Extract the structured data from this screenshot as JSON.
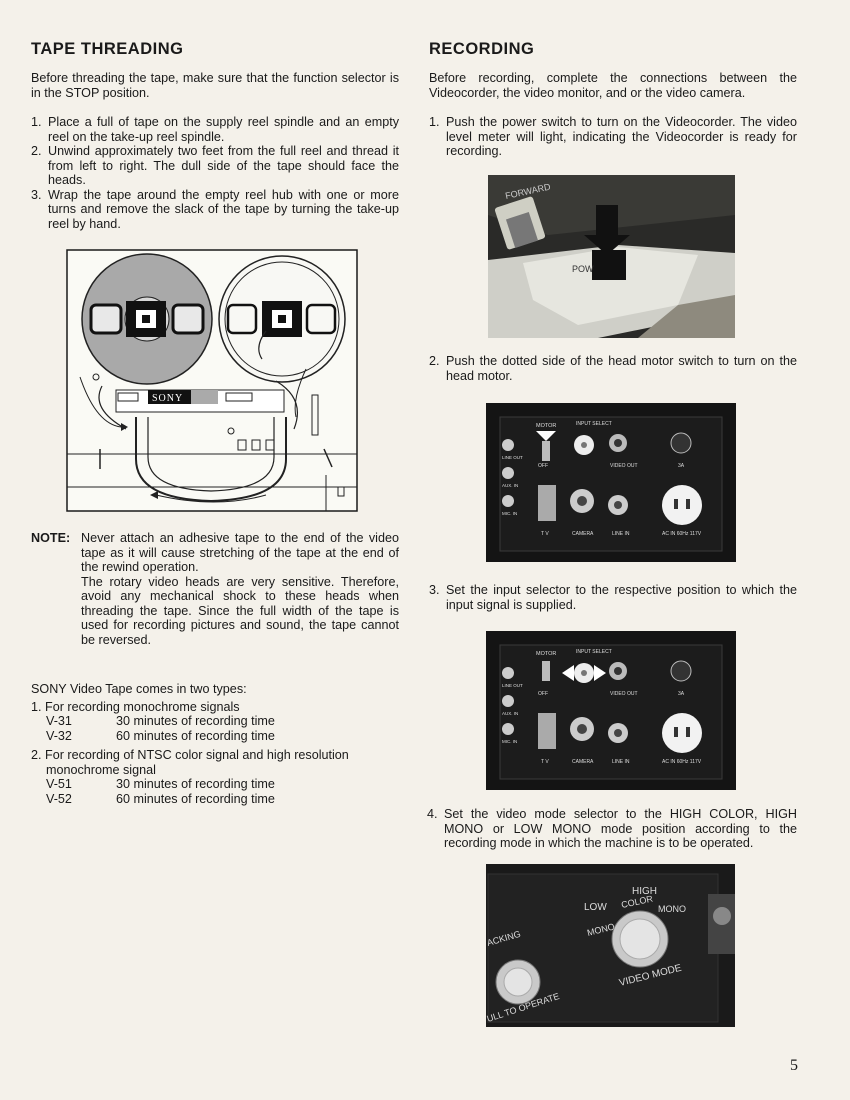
{
  "left": {
    "heading": "TAPE THREADING",
    "intro": "Before threading the tape, make sure that the function selector is in the STOP position.",
    "steps": [
      {
        "num": "1.",
        "text": "Place a full of tape on the supply reel spindle and an empty reel on the take-up reel spindle."
      },
      {
        "num": "2.",
        "text": "Unwind approximately two feet from the full reel and thread it from left to right. The dull side of the tape should face the heads."
      },
      {
        "num": "3.",
        "text": "Wrap the tape around the empty reel hub with one or more turns and remove the slack of the tape by turning the take-up reel by hand."
      }
    ],
    "diagram_brand": "SONY",
    "note_label": "NOTE:",
    "note_p1": "Never attach an adhesive tape to the end of the video tape as it will cause stretching of the tape at the end of the rewind operation.",
    "note_p2": "The rotary video heads are very sensitive. Therefore, avoid any mechanical shock to these heads when threading the tape. Since the full width of the tape is used for recording pictures and sound, the tape cannot be reversed.",
    "types_intro": "SONY Video Tape comes in two types:",
    "type1_title": "1. For recording monochrome signals",
    "type1_items": [
      {
        "code": "V-31",
        "desc": "30 minutes of recording time"
      },
      {
        "code": "V-32",
        "desc": "60 minutes of recording time"
      }
    ],
    "type2_title": "2. For recording of NTSC color signal and high resolution monochrome signal",
    "type2_items": [
      {
        "code": "V-51",
        "desc": "30 minutes of recording time"
      },
      {
        "code": "V-52",
        "desc": "60 minutes of recording time"
      }
    ]
  },
  "right": {
    "heading": "RECORDING",
    "intro": "Before recording, complete the connections between the Videocorder, the video monitor, and or the video camera.",
    "steps": [
      {
        "num": "1.",
        "text": "Push the power switch to turn on the Videocorder. The video level meter will light, indicating the Videocorder is ready for recording."
      },
      {
        "num": "2.",
        "text": "Push the dotted side of the head motor switch to turn on the head motor."
      },
      {
        "num": "3.",
        "text": "Set the input selector to the respective position to which the input signal is supplied."
      },
      {
        "num": "4.",
        "text": "Set the video mode selector to the HIGH COLOR, HIGH MONO or LOW MONO mode position according to the recording mode in which the machine is to be operated."
      }
    ],
    "photo1_labels": {
      "forward": "FORWARD",
      "power": "POW"
    },
    "panel_labels": {
      "motor": "MOTOR",
      "input_select": "INPUT SELECT",
      "line_out": "LINE OUT",
      "off": "OFF",
      "video_out": "VIDEO OUT",
      "amp": "3A",
      "aux_in": "AUX. IN",
      "mic_in": "MIC. IN",
      "tv": "T V",
      "camera": "CAMERA",
      "line_in": "LINE IN",
      "ac_in": "AC IN 60Hz 117V"
    },
    "photo4_labels": {
      "low": "LOW",
      "mono": "MONO",
      "high": "HIGH",
      "color": "COLOR",
      "mono2": "MONO",
      "video_mode": "VIDEO MODE",
      "tracking": "ACKING",
      "pull": "ULL TO OPERATE"
    }
  },
  "page_number": "5"
}
